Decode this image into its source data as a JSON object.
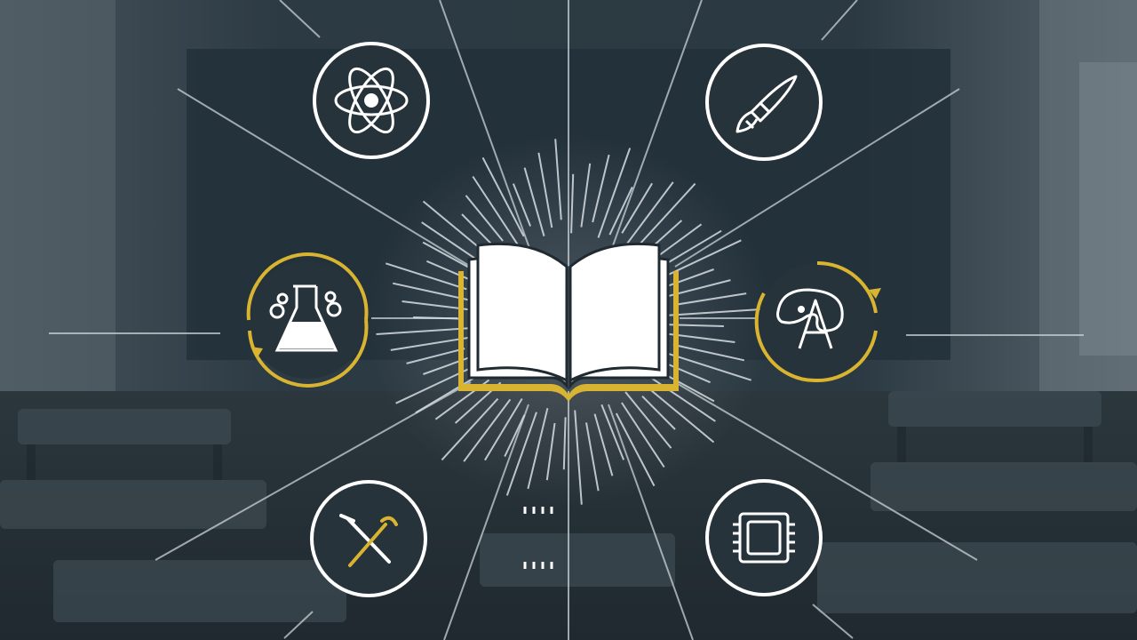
{
  "scene": {
    "description_free": true,
    "colors": {
      "background_dark": "#22303a",
      "background_mid": "#3c4a53",
      "background_light": "#6f7c84",
      "line": "#c9d2d7",
      "icon_white": "#ffffff",
      "accent_gold": "#d9b431"
    },
    "center_icon": "open-book-icon",
    "subject_icons": [
      {
        "id": "atom",
        "icon": "atom-icon",
        "ring": "white"
      },
      {
        "id": "brush",
        "icon": "paintbrush-icon",
        "ring": "white"
      },
      {
        "id": "chemistry",
        "icon": "flask-icon",
        "ring": "gold"
      },
      {
        "id": "art",
        "icon": "palette-icon",
        "ring": "gold"
      },
      {
        "id": "tools",
        "icon": "crossed-tools-icon",
        "ring": "white"
      },
      {
        "id": "tech",
        "icon": "microchip-icon",
        "ring": "white"
      }
    ]
  }
}
